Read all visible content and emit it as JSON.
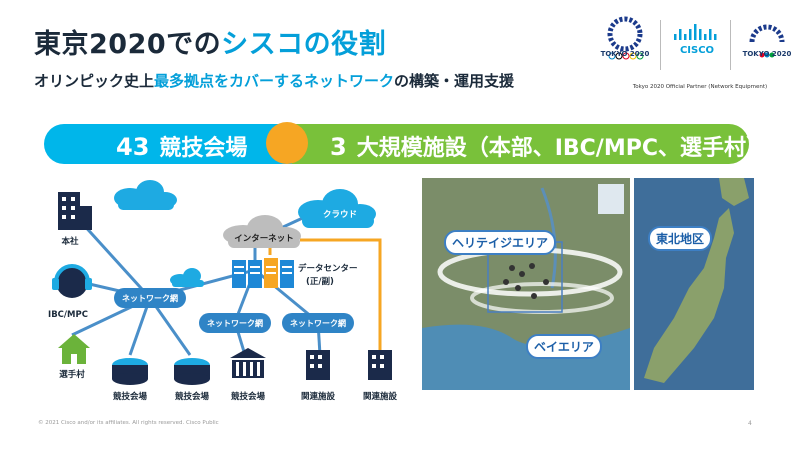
{
  "title": {
    "main": "東京2020での",
    "accent": "シスコの役割"
  },
  "subtitle": {
    "pre": "オリンピック史上",
    "accent": "最多拠点をカバーするネットワーク",
    "post": "の構築・運用支援"
  },
  "logos": {
    "olympics": "TOKYO 2020",
    "cisco": "CISCO",
    "paralympics": "TOKYO 2020",
    "partner_caption": "Tokyo 2020 Official Partner (Network Equipment)"
  },
  "stats": {
    "venues_count": "43",
    "venues_label": "競技会場",
    "facilities_count": "3",
    "facilities_label": "大規模施設（本部、IBC/MPC、選手村）"
  },
  "diagram": {
    "cloud": "クラウド",
    "internet": "インターネット",
    "datacenter_line1": "データセンター",
    "datacenter_line2": "(正/副)",
    "hq": "本社",
    "ibc": "IBC/MPC",
    "village": "選手村",
    "network": "ネットワーク網",
    "venue": "競技会場",
    "related": "関連施設"
  },
  "map": {
    "heritage": "ヘリテイジエリア",
    "bay": "ベイエリア",
    "tohoku": "東北地区"
  },
  "footer": "© 2021  Cisco and/or its affiliates. All rights reserved.   Cisco Public",
  "page_number": "4",
  "colors": {
    "accent_blue": "#049fd9",
    "bar_blue": "#00b6ea",
    "bar_green": "#79c13a",
    "bar_orange": "#f6a623",
    "net_blue": "#2f84c6",
    "line_blue": "#4a8fc9",
    "line_orange": "#f6a623"
  }
}
